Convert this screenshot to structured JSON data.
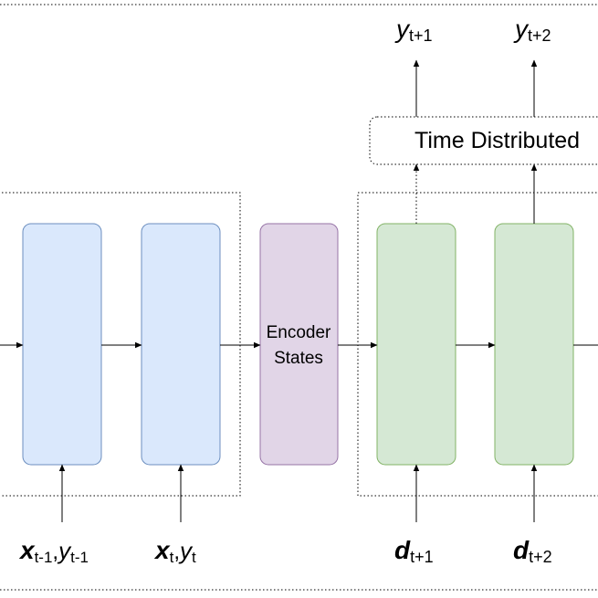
{
  "diagram": {
    "colors": {
      "encoder_cell_fill": "#dae8fc",
      "encoder_cell_stroke": "#6c8ebf",
      "state_fill": "#e1d5e7",
      "state_stroke": "#9673a6",
      "decoder_cell_fill": "#d5e8d4",
      "decoder_cell_stroke": "#82b366",
      "line": "#000000"
    },
    "state_box": {
      "line1": "Encoder",
      "line2": "States"
    },
    "time_distributed": {
      "label": "Time Distributed"
    },
    "outputs": [
      {
        "var": "y",
        "sub": "t+1"
      },
      {
        "var": "y",
        "sub": "t+2"
      }
    ],
    "encoder_inputs": [
      {
        "var1": "x",
        "sub1": "t-1",
        "sep": ",",
        "var2": "y",
        "sub2": "t-1"
      },
      {
        "var1": "x",
        "sub1": "t",
        "sep": ",",
        "var2": "y",
        "sub2": "t"
      }
    ],
    "decoder_inputs": [
      {
        "var": "d",
        "sub": "t+1"
      },
      {
        "var": "d",
        "sub": "t+2"
      }
    ]
  }
}
